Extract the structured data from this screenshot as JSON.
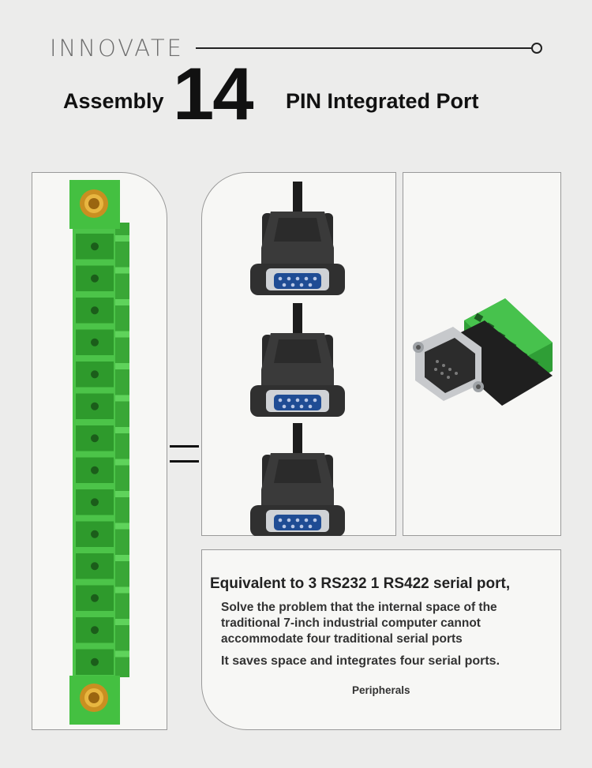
{
  "header": {
    "brand": "INNOVATE",
    "title_left": "Assembly",
    "title_number": "14",
    "title_right": "PIN Integrated Port"
  },
  "colors": {
    "background": "#ececeb",
    "terminal_green": "#3dc43a",
    "connector_dark": "#2b2b2b",
    "pin_blue": "#1f4c94"
  },
  "illustrations": {
    "left": "green-14-pin-terminal-block",
    "middle": "three-db9-serial-connectors",
    "right": "db9-to-terminal-adapter",
    "relation": "equals-sign"
  },
  "description": {
    "heading": "Equivalent to 3 RS232 1 RS422 serial port,",
    "line1": "Solve the problem that the internal space of the",
    "line2": "traditional 7-inch industrial computer cannot",
    "line3": "accommodate four traditional serial ports",
    "line4": "It saves space and integrates four serial ports.",
    "footer": "Peripherals"
  }
}
